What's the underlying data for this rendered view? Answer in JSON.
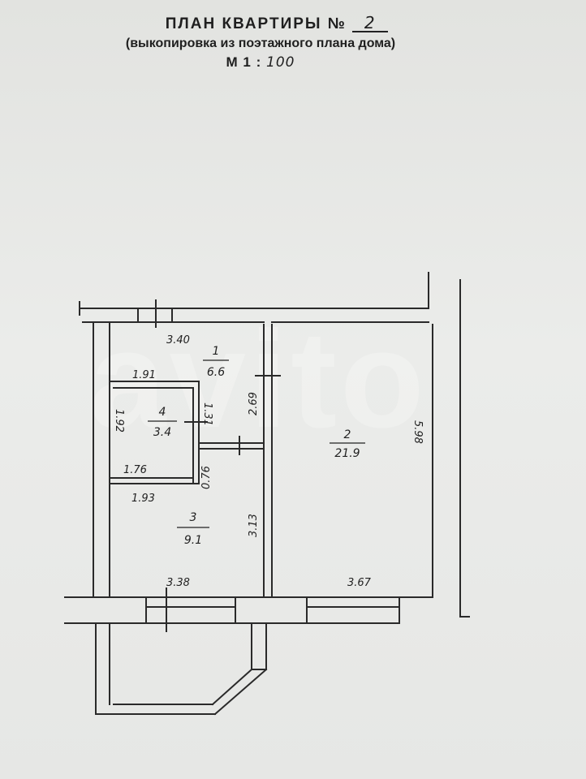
{
  "header": {
    "title_prefix": "ПЛАН КВАРТИРЫ №",
    "apartment_number": "2",
    "subtitle": "(выкопировка из поэтажного плана дома)",
    "scale_prefix": "М 1 :",
    "scale_value": "100"
  },
  "watermark": "avito",
  "rooms": [
    {
      "number": "1",
      "area": "6.6"
    },
    {
      "number": "2",
      "area": "21.9"
    },
    {
      "number": "3",
      "area": "9.1"
    },
    {
      "number": "4",
      "area": "3.4"
    }
  ],
  "dimensions": {
    "top_left": "3.40",
    "r4_top": "1.91",
    "r4_left": "1.92",
    "r4_bottom_inner": "1.76",
    "r4_bottom_outer": "1.93",
    "r4_right": "1.31",
    "notch": "0.76",
    "corridor_right": "2.69",
    "r3_right": "3.13",
    "r3_bottom": "3.38",
    "r2_bottom": "3.67",
    "r2_right": "5.98"
  }
}
